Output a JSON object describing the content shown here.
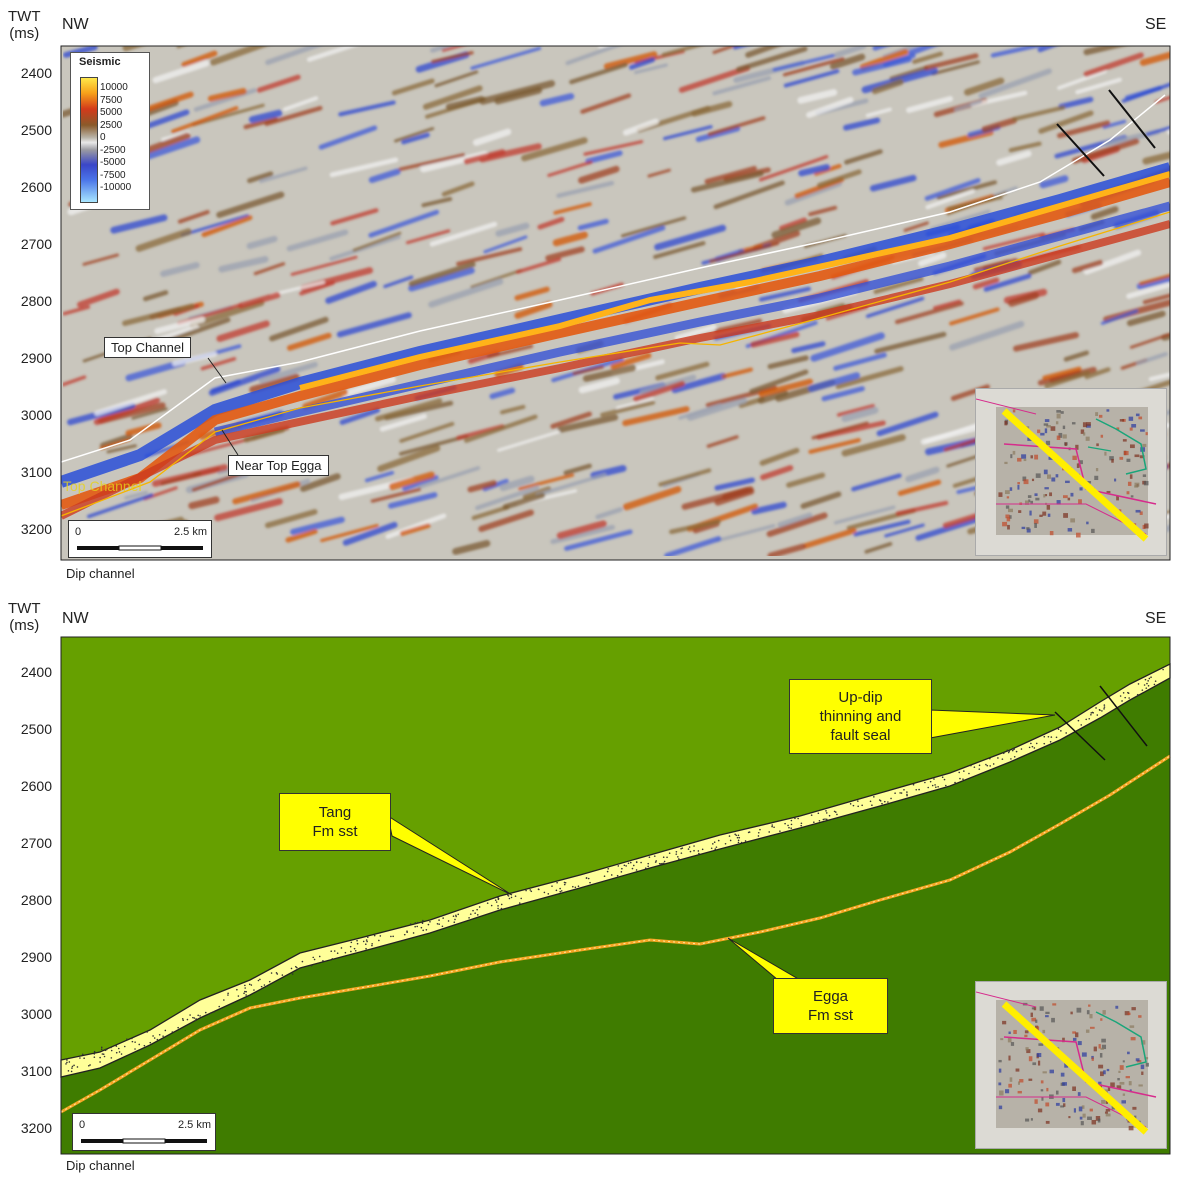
{
  "top_panel": {
    "axis_title_line1": "TWT",
    "axis_title_line2": "(ms)",
    "left_direction": "NW",
    "right_direction": "SE",
    "y_ticks": [
      "2400",
      "2500",
      "2600",
      "2700",
      "2800",
      "2900",
      "3000",
      "3100",
      "3200"
    ],
    "legend": {
      "title": "Seismic",
      "values": [
        "10000",
        "7500",
        "5000",
        "2500",
        "0",
        "-2500",
        "-5000",
        "-7500",
        "-10000"
      ]
    },
    "annotations": {
      "top_channel": "Top Channel",
      "near_top_egga": "Near Top Egga",
      "top_channel_faint": "Top Channel"
    },
    "scale": {
      "start": "0",
      "end": "2.5 km"
    },
    "caption": "Dip channel"
  },
  "bottom_panel": {
    "axis_title_line1": "TWT",
    "axis_title_line2": "(ms)",
    "left_direction": "NW",
    "right_direction": "SE",
    "y_ticks": [
      "2400",
      "2500",
      "2600",
      "2700",
      "2800",
      "2900",
      "3000",
      "3100",
      "3200"
    ],
    "callouts": {
      "tang_line1": "Tang",
      "tang_line2": "Fm sst",
      "updip_line1": "Up-dip",
      "updip_line2": "thinning and",
      "updip_line3": "fault seal",
      "egga_line1": "Egga",
      "egga_line2": "Fm sst"
    },
    "scale": {
      "start": "0",
      "end": "2.5 km"
    },
    "caption": "Dip channel"
  },
  "colors": {
    "upper_green": "#66a000",
    "lower_green": "#3f7c00",
    "sand_yellow": "#ffff99",
    "egga_line": "#f5a623",
    "callout_yellow": "#ffff00"
  }
}
